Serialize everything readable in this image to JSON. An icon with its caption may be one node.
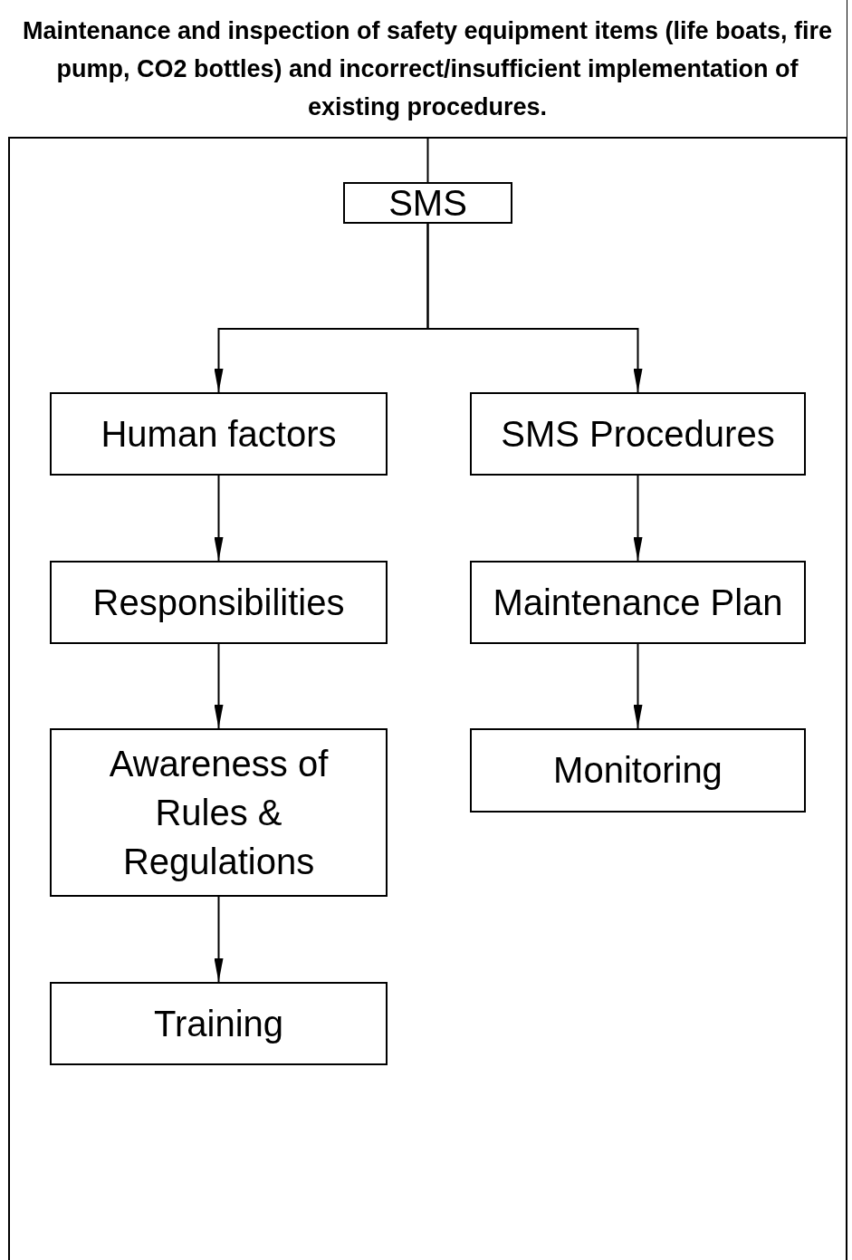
{
  "diagram": {
    "nodes": [
      {
        "text": [
          "Maintenance and inspection of safety equipment items (life boats, fire pump, CO2 bottles) and incorrect/insufficient implementation of existing procedures."
        ]
      },
      {
        "text": [
          "SMS"
        ]
      },
      {
        "text": [
          "Human factors"
        ]
      },
      {
        "text": [
          "SMS Procedures"
        ]
      },
      {
        "text": [
          "Responsibilities"
        ]
      },
      {
        "text": [
          "Maintenance Plan"
        ]
      },
      {
        "text": [
          "Awareness of Rules & Regulations"
        ]
      },
      {
        "text": [
          "Monitoring"
        ]
      },
      {
        "text": [
          "Training"
        ]
      }
    ],
    "edges": [
      {
        "from": 0,
        "to": 1,
        "arrow": "none"
      },
      {
        "from": 1,
        "to": 2,
        "arrow": "to"
      },
      {
        "from": 1,
        "to": 3,
        "arrow": "to"
      },
      {
        "from": 2,
        "to": 4,
        "arrow": "to"
      },
      {
        "from": 3,
        "to": 5,
        "arrow": "to"
      },
      {
        "from": 4,
        "to": 6,
        "arrow": "to"
      },
      {
        "from": 5,
        "to": 7,
        "arrow": "to"
      },
      {
        "from": 6,
        "to": 8,
        "arrow": "to"
      }
    ]
  }
}
